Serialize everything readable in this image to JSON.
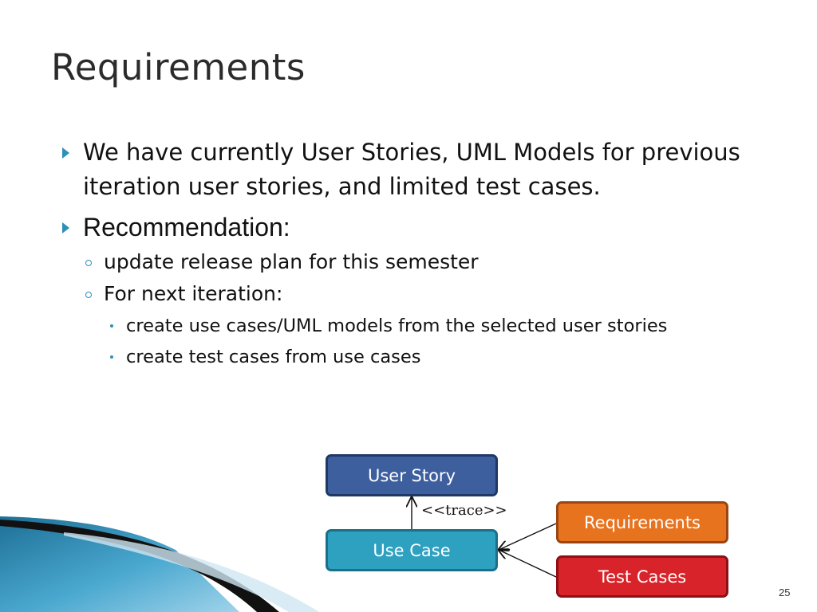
{
  "slide": {
    "title": "Requirements",
    "bullets": [
      {
        "text": "We have currently User Stories, UML Models for previous iteration user stories, and limited test cases."
      },
      {
        "text": "Recommendation:",
        "sub": [
          {
            "text": "update release plan for this semester"
          },
          {
            "text": "For next iteration:",
            "sub": [
              {
                "text": "create use cases/UML models from the selected user stories"
              },
              {
                "text": "create test cases from use cases"
              }
            ]
          }
        ]
      }
    ],
    "page_number": "25"
  },
  "diagram": {
    "nodes": {
      "user_story": "User Story",
      "use_case": "Use Case",
      "requirements": "Requirements",
      "test_cases": "Test Cases"
    },
    "edge_label": "<<trace>>"
  },
  "colors": {
    "accent": "#2e8fb8",
    "user_story": "#3d5f9e",
    "use_case": "#2ea0c0",
    "requirements": "#e8731f",
    "test_cases": "#d9232a"
  }
}
